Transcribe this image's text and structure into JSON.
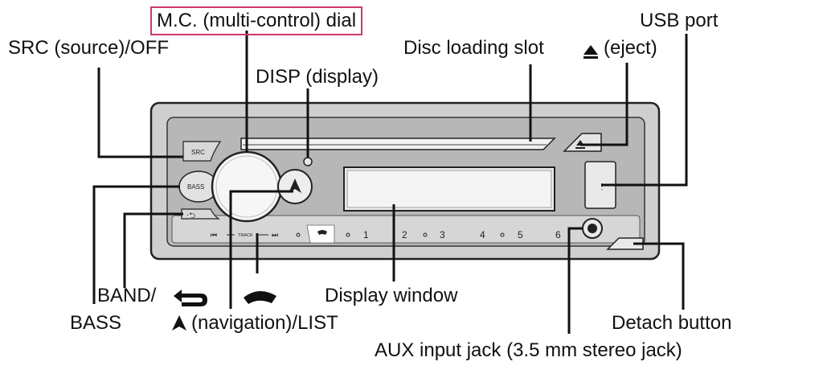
{
  "labels": {
    "mc_dial": "M.C. (multi-control) dial",
    "src": "SRC (source)/OFF",
    "disp": "DISP (display)",
    "disc_slot": "Disc loading slot",
    "eject": "(eject)",
    "usb": "USB port",
    "band": "BAND/",
    "bass": "BASS",
    "nav_list": "(navigation)/LIST",
    "display_window": "Display window",
    "detach": "Detach button",
    "aux": "AUX input jack (3.5 mm stereo jack)"
  },
  "panel": {
    "src_key": "SRC",
    "bass_key": "BASS",
    "track_label": "TRACK",
    "presets": [
      "1",
      "2",
      "3",
      "4",
      "5",
      "6"
    ]
  },
  "colors": {
    "highlight": "#d0366e",
    "panel_outer": "#c9c9c9",
    "panel_inner": "#a9a9a9",
    "line": "#111111"
  },
  "icons": [
    "eject-icon",
    "phone-icon",
    "back-arrow-icon",
    "nav-arrow-icon",
    "usb-icon",
    "prev-track-icon",
    "next-track-icon"
  ]
}
